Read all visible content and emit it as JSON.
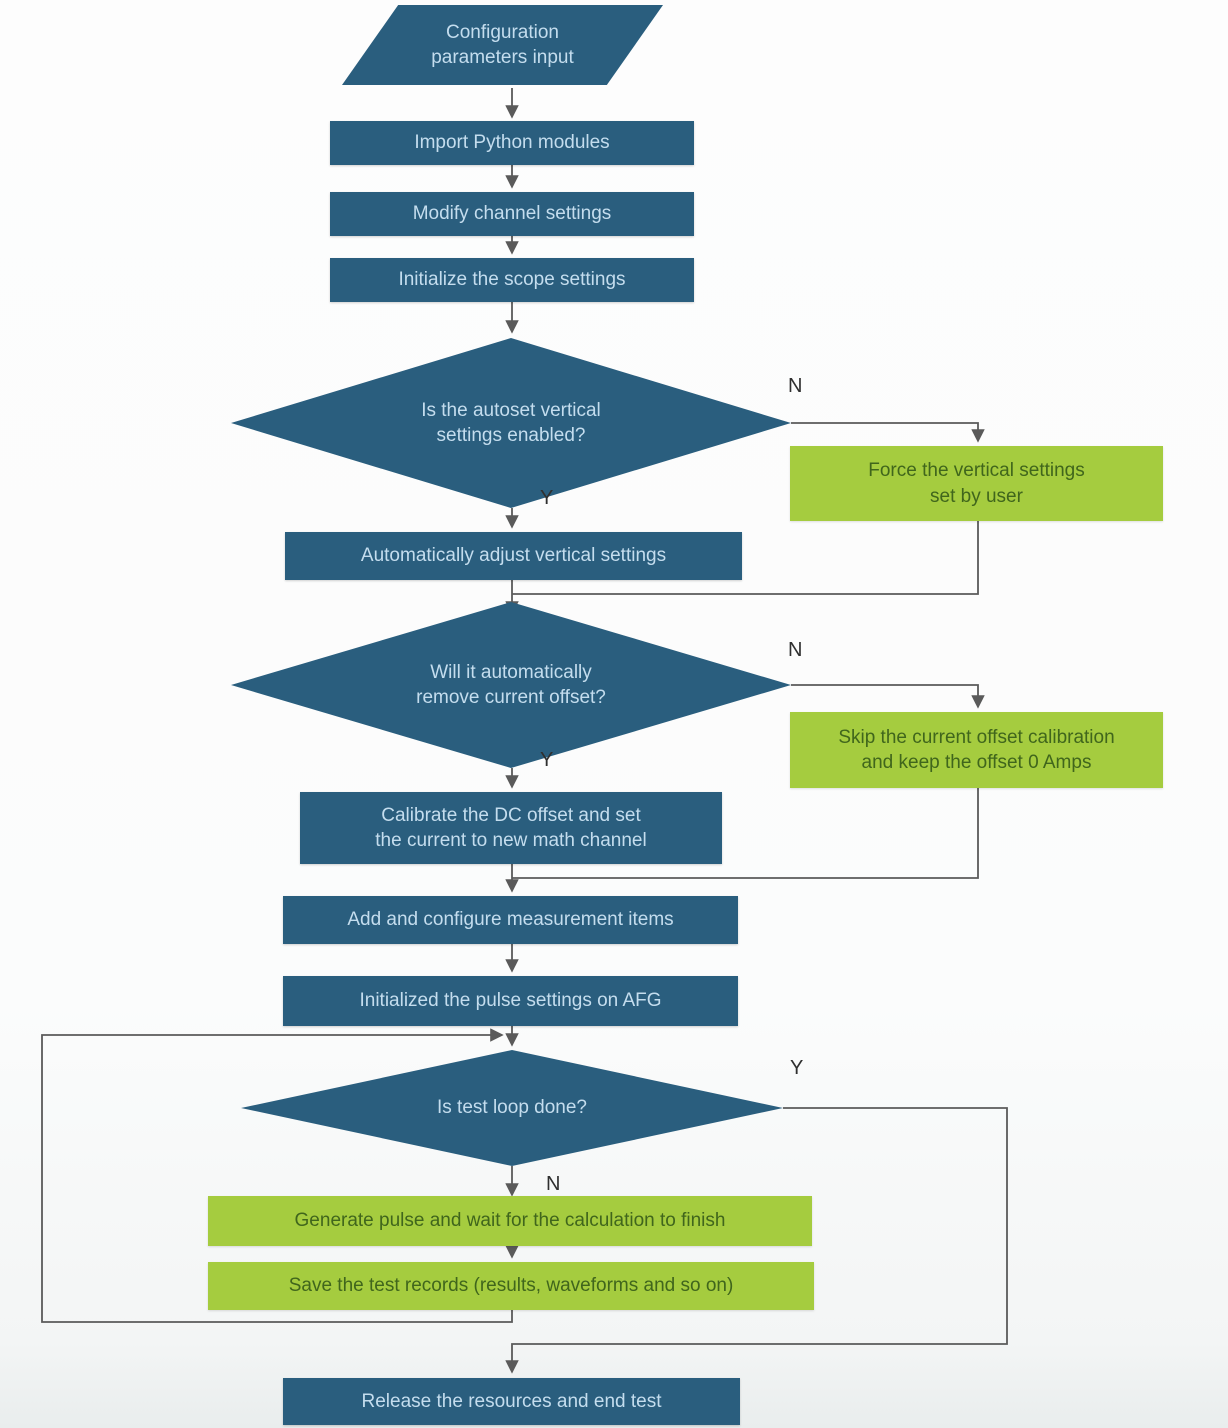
{
  "colors": {
    "node_blue": "#2a5e7e",
    "node_green": "#a5cc3f",
    "text_on_blue": "#c4ddee",
    "text_on_green": "#40661c",
    "connector": "#5a5a5a",
    "branch_label": "#2f2f2f"
  },
  "flowchart": {
    "nodes": {
      "start": {
        "type": "input",
        "label": "Configuration\nparameters input"
      },
      "import_modules": {
        "type": "process",
        "label": "Import Python modules"
      },
      "modify_channel": {
        "type": "process",
        "label": "Modify channel settings"
      },
      "init_scope": {
        "type": "process",
        "label": "Initialize the scope settings"
      },
      "autoset_decision": {
        "type": "decision",
        "label": "Is the autoset vertical\nsettings enabled?",
        "yes": "Y",
        "no": "N"
      },
      "auto_adjust": {
        "type": "process",
        "label": "Automatically adjust vertical settings"
      },
      "force_vertical": {
        "type": "alternate",
        "label": "Force the vertical settings\nset by user"
      },
      "offset_decision": {
        "type": "decision",
        "label": "Will it automatically\nremove current offset?",
        "yes": "Y",
        "no": "N"
      },
      "calibrate_offset": {
        "type": "process",
        "label": "Calibrate the DC offset and set\nthe current to new math channel"
      },
      "skip_offset": {
        "type": "alternate",
        "label": "Skip the current offset calibration\nand keep the offset 0 Amps"
      },
      "add_measurements": {
        "type": "process",
        "label": "Add and configure measurement items"
      },
      "init_afg": {
        "type": "process",
        "label": "Initialized the pulse settings on AFG"
      },
      "loop_decision": {
        "type": "decision",
        "label": "Is test loop done?",
        "yes": "Y",
        "no": "N"
      },
      "generate_pulse": {
        "type": "alternate",
        "label": "Generate pulse and wait for the calculation to finish"
      },
      "save_records": {
        "type": "alternate",
        "label": "Save the test records (results, waveforms and so on)"
      },
      "release": {
        "type": "process",
        "label": "Release the resources and end test"
      }
    }
  }
}
